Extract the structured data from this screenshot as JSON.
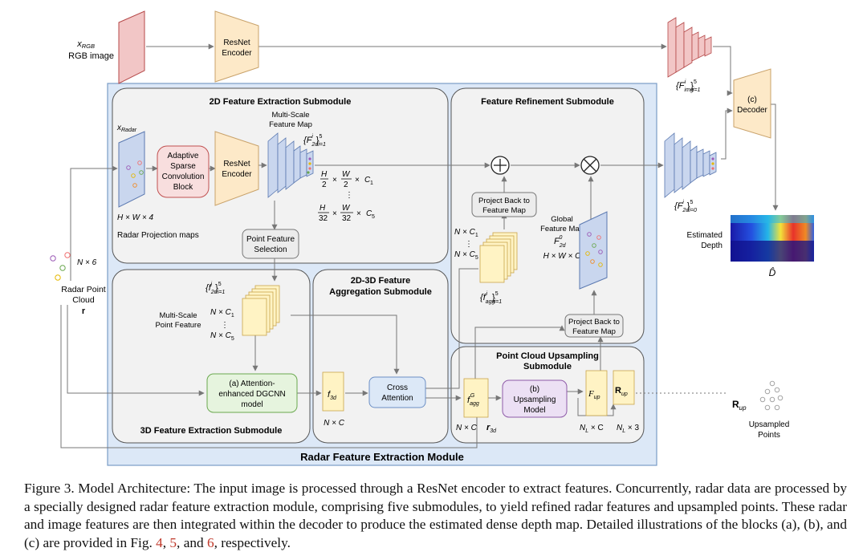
{
  "inputs": {
    "rgb_symbol": "x",
    "rgb_symbol_sub": "RGB",
    "rgb_label": "RGB image",
    "radar_symbol": "x",
    "radar_symbol_sub": "Radar",
    "radar_dims": "H × W × 4",
    "radar_proj_label": "Radar Projection maps",
    "point_cloud_dims": "N × 6",
    "point_cloud_label_line1": "Radar Point",
    "point_cloud_label_line2": "Cloud",
    "point_cloud_symbol": "r"
  },
  "blocks": {
    "resnet_top_line1": "ResNet",
    "resnet_top_line2": "Encoder",
    "resnet_mid_line1": "ResNet",
    "resnet_mid_line2": "Encoder",
    "adaptive_line1": "Adaptive",
    "adaptive_line2": "Sparse",
    "adaptive_line3": "Convolution",
    "adaptive_line4": "Block",
    "point_sel_line1": "Point Feature",
    "point_sel_line2": "Selection",
    "dgcnn_line1": "(a) Attention-",
    "dgcnn_line2": "enhanced DGCNN",
    "dgcnn_line3": "model",
    "cross_att_line1": "Cross",
    "cross_att_line2": "Attention",
    "upsampling_line1": "(b)",
    "upsampling_line2": "Upsampling",
    "upsampling_line3": "Model",
    "proj_back_top_line1": "Project Back to",
    "proj_back_top_line2": "Feature Map",
    "proj_back_bot_line1": "Project Back to",
    "proj_back_bot_line2": "Feature Map",
    "decoder_line1": "(c)",
    "decoder_line2": "Decoder"
  },
  "submodules": {
    "extraction_2d": "2D Feature Extraction Submodule",
    "refinement": "Feature Refinement Submodule",
    "extraction_3d": "3D Feature Extraction Submodule",
    "aggregation_line1": "2D-3D Feature",
    "aggregation_line2": "Aggregation Submodule",
    "upsampling_line1": "Point Cloud Upsampling",
    "upsampling_line2": "Submodule",
    "main_module": "Radar Feature Extraction Module"
  },
  "annotations": {
    "multi_scale_fm_line1": "Multi-Scale",
    "multi_scale_fm_line2": "Feature Map",
    "F2d_set": "{F2d}5 i=1",
    "scale_top": "H/2 × W/2 × C1",
    "scale_bottom": "H/32 × W/32 × C5",
    "msp_line1": "Multi-Scale",
    "msp_line2": "Point Feature",
    "f2d_set": "{f2d}5 i=1",
    "NC1": "N × C",
    "NC5": "N × C",
    "f3d": "f",
    "f3d_sub": "3d",
    "NC": "N × C",
    "fagg_set": "{f agg}5 i=1",
    "agg_NC1": "N × C",
    "agg_NC5": "N × C",
    "fagg_G": "f",
    "fagg_G_sub": "agg",
    "fagg_G_sup": "G",
    "fagg_NC": "N × C",
    "r3d": "r",
    "r3d_sub": "3d",
    "global_line1": "Global",
    "global_line2": "Feature Map",
    "F2d0": "F",
    "F2d0_sub": "2d",
    "F2d0_sup": "0",
    "global_dims": "H × W × C",
    "F_up": "F",
    "F_up_sub": "up",
    "R_up": "R",
    "R_up_sub": "up",
    "NL_C": "N",
    "NL_3": "N",
    "F_img_set": "{F img}5 i=1",
    "F2d_out_set": "{F2d}5 i=0",
    "estimated_depth_line1": "Estimated",
    "estimated_depth_line2": "Depth",
    "D_hat": "D̂",
    "R_up_right": "R",
    "R_up_right_sub": "up",
    "upsampled_line1": "Upsampled",
    "upsampled_line2": "Points"
  },
  "caption": {
    "text_1": "Figure 3. Model Architecture: The input image is processed through a ResNet encoder to extract features. Concurrently, radar data are processed by a specially designed radar feature extraction module, comprising five submodules, to yield refined radar features and upsampled points. These radar and image features are then integrated within the decoder to produce the estimated dense depth map. Detailed illustrations of the blocks (a), (b), and (c) are provided in Fig. ",
    "ref_4": "4",
    "sep_1": ", ",
    "ref_5": "5",
    "sep_2": ", and ",
    "ref_6": "6",
    "text_2": ", respectively."
  },
  "colors": {
    "module_bg": "#dce8f7",
    "module_border": "#7a9cc6",
    "submodule_bg": "#f2f2f2",
    "submodule_border": "#555555",
    "rgb_red": "#f2c6c6",
    "rgb_red_border": "#b54848",
    "encoder_fill": "#fde9c8",
    "encoder_border": "#c9a26a",
    "radar_blue": "#c9d6ee",
    "radar_blue_border": "#5a78b0",
    "feature_yellow": "#fff3c4",
    "feature_yellow_border": "#c9a44a",
    "adaptive_fill": "#f8dede",
    "adaptive_border": "#c05050",
    "dgcnn_fill": "#e6f4de",
    "dgcnn_border": "#6aa84f",
    "cross_fill": "#dce8f7",
    "cross_border": "#6b8ec4",
    "upsampling_fill": "#ece0f4",
    "upsampling_border": "#8e5aa8",
    "arrow": "#777777"
  },
  "icons": {
    "plus": "circle-plus-icon",
    "times": "circle-times-icon"
  }
}
